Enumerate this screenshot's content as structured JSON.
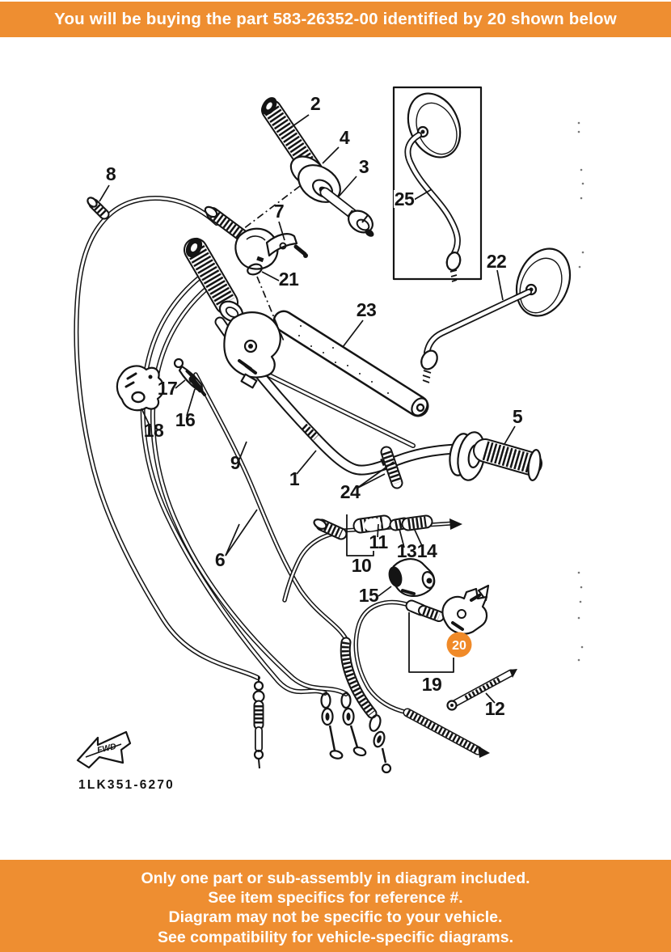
{
  "banner_top": {
    "text": "You will be buying the part 583-26352-00 identified by 20 shown below"
  },
  "banner_bottom": {
    "lines": [
      "Only one part or sub-assembly in diagram included.",
      "See item specifics for reference #.",
      "Diagram may not be specific to your vehicle.",
      "See compatibility for vehicle-specific diagrams."
    ]
  },
  "diagram": {
    "code": "1LK351-6270",
    "fwd_label": "FWD",
    "badge": {
      "text": "20"
    },
    "labels": {
      "p1": "1",
      "p2": "2",
      "p3": "3",
      "p4": "4",
      "p5": "5",
      "p6": "6",
      "p7": "7",
      "p8": "8",
      "p9": "9",
      "p10": "10",
      "p11": "11",
      "p12": "12",
      "p13": "13",
      "p14": "14",
      "p15": "15",
      "p16": "16",
      "p17": "17",
      "p18": "18",
      "p19": "19",
      "p21": "21",
      "p22": "22",
      "p23": "23",
      "p24": "24",
      "p25": "25"
    }
  },
  "colors": {
    "banner": "#EE8E31",
    "badge": "#F08A28",
    "ink": "#141414"
  }
}
